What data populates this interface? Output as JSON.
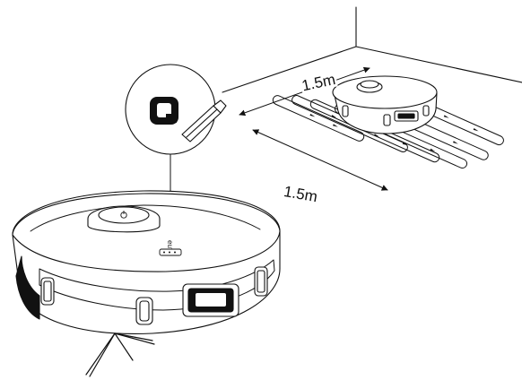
{
  "labels": {
    "depth": "1.5m",
    "width": "1.5m"
  },
  "robot": {
    "brand_text": "eufy",
    "top_button_icon": "power-icon"
  },
  "callout": {
    "icon": "q-icon"
  },
  "colors": {
    "line": "#111111",
    "fill": "#ffffff",
    "dark": "#111111"
  }
}
